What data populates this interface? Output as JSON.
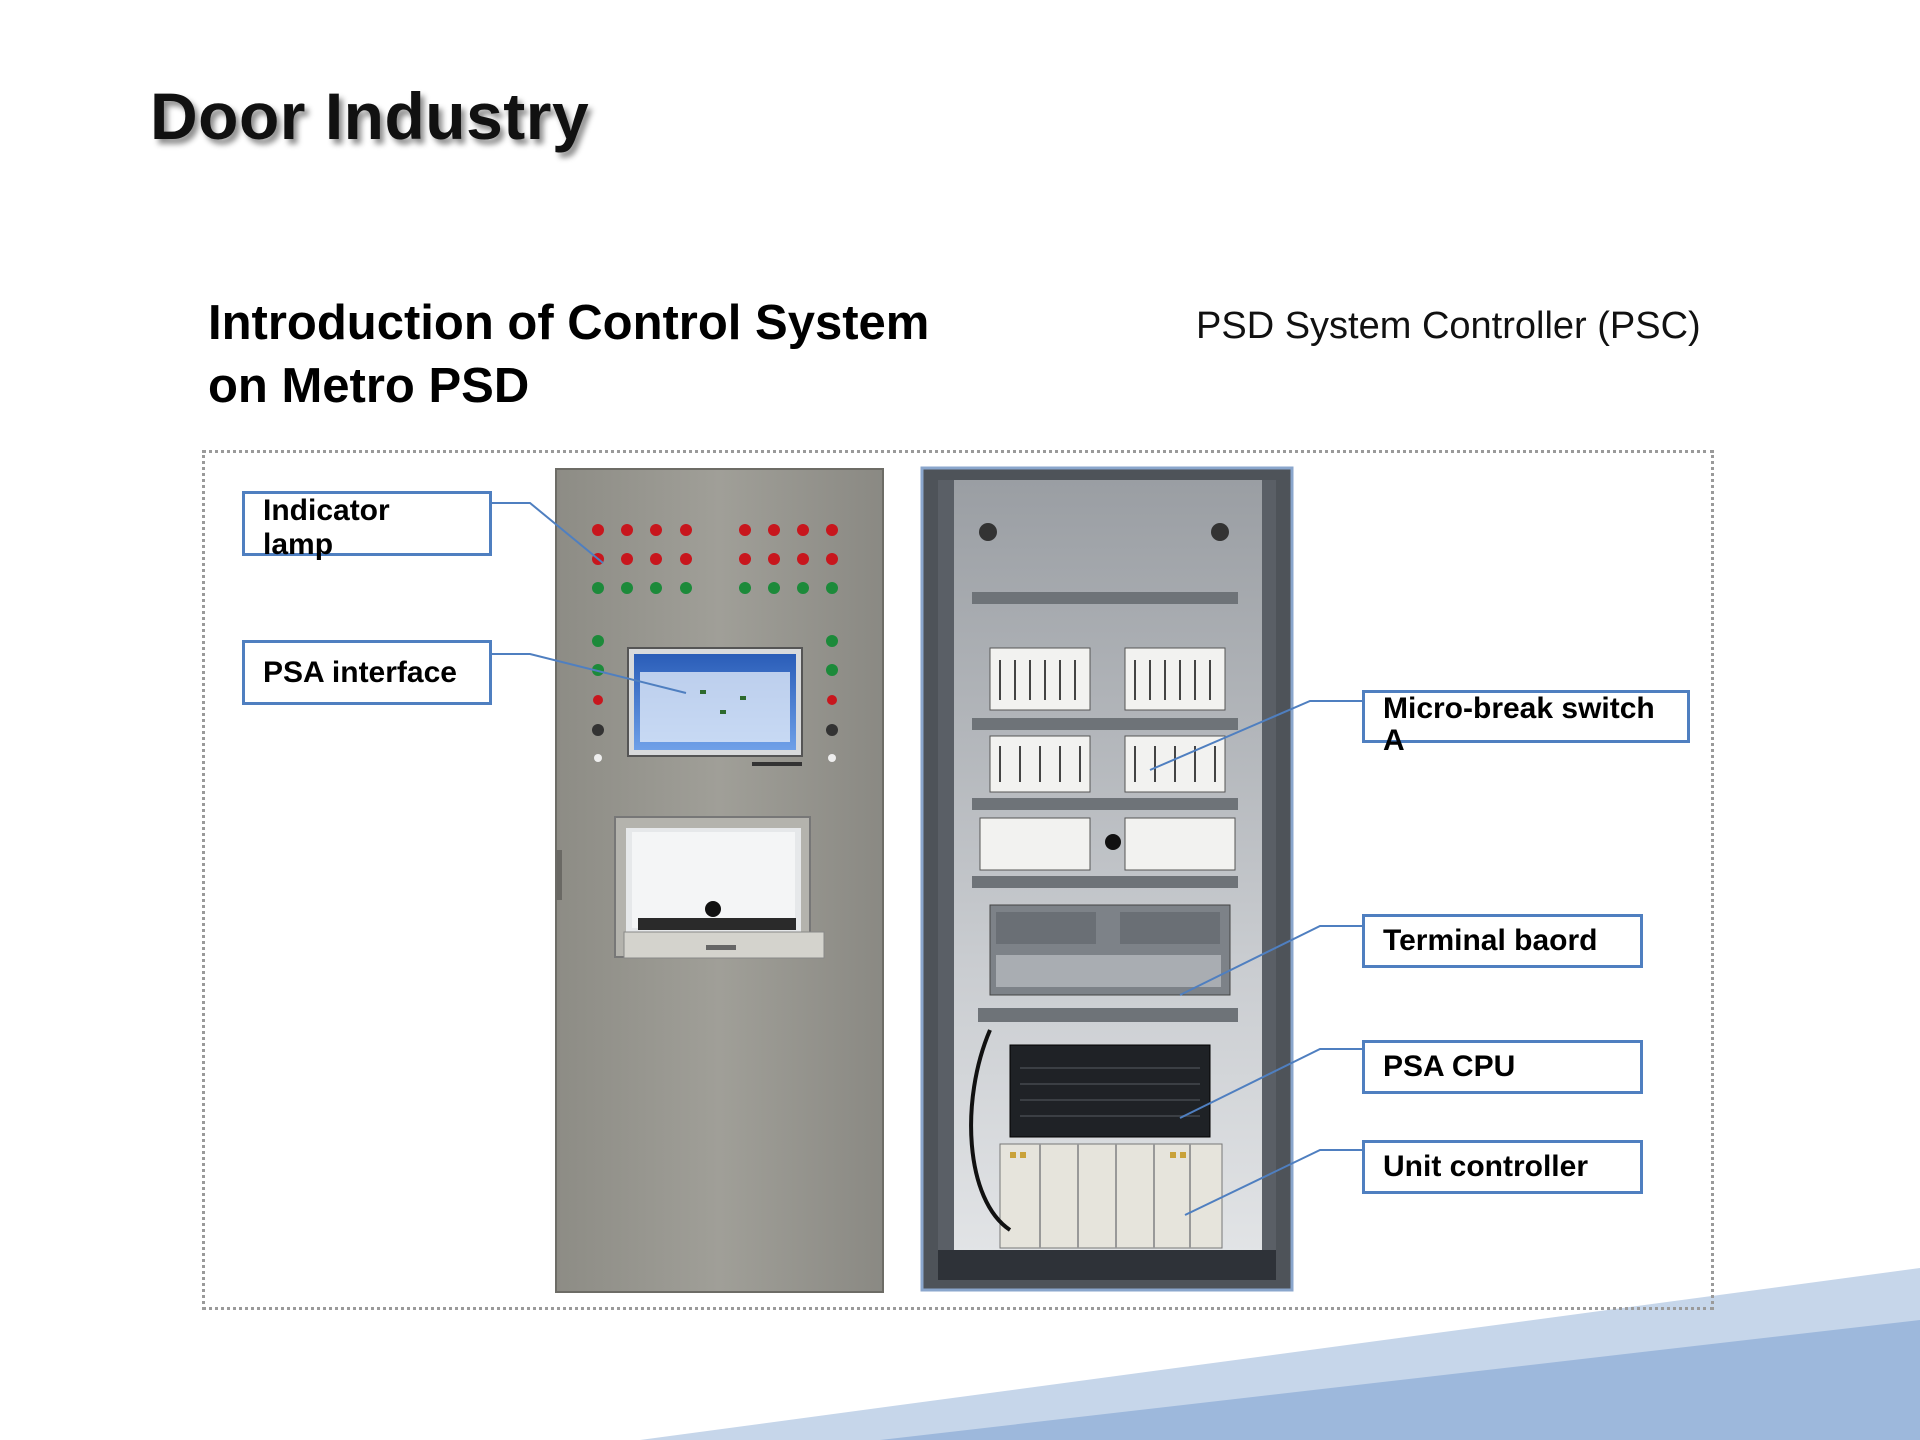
{
  "slide": {
    "title": "Door Industry",
    "subtitle_line1": "Introduction of Control System",
    "subtitle_line2": "on Metro PSD",
    "psc_heading": "PSD System Controller (PSC)"
  },
  "callouts": {
    "indicator_lamp_line1": "Indicator",
    "indicator_lamp_line2": "lamp",
    "psa_interface": "PSA interface",
    "micro_break_line1": "Micro-break switch",
    "micro_break_line2": "A",
    "terminal_board": "Terminal baord",
    "psa_cpu": "PSA CPU",
    "unit_controller": "Unit controller"
  },
  "colors": {
    "callout_border": "#4f7fc0",
    "decor_band_light": "#c6d6ea",
    "decor_band_dark": "#9db8dc"
  },
  "images": {
    "left_cabinet": "photo of front panel of PSC cabinet with indicator lamps and touch screen",
    "right_cabinet": "photo of open PSC cabinet interior with breakers, terminals, CPU and unit controller"
  }
}
